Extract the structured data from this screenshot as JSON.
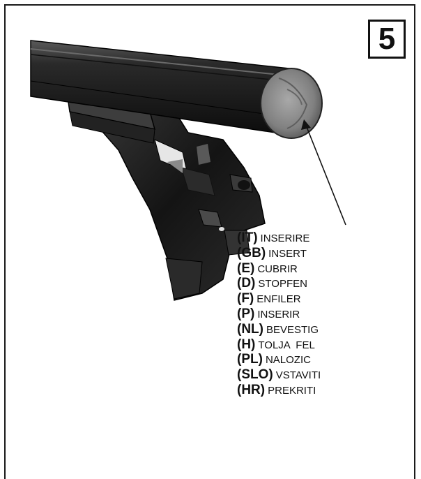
{
  "step": {
    "number": "5"
  },
  "colors": {
    "ink": "#111111",
    "bar": "#1c1c1c",
    "cap": "#8a8a8a"
  },
  "illustration": {
    "subject": "roof-rack-bar-with-end-cap-and-foot"
  },
  "labels": [
    {
      "code": "(IT)",
      "word": "INSERIRE"
    },
    {
      "code": "(GB)",
      "word": "INSERT"
    },
    {
      "code": "(E)",
      "word": "CUBRIR"
    },
    {
      "code": "(D)",
      "word": "STOPFEN"
    },
    {
      "code": "(F)",
      "word": "ENFILER"
    },
    {
      "code": "(P)",
      "word": "INSERIR"
    },
    {
      "code": "(NL)",
      "word": "BEVESTIG"
    },
    {
      "code": "(H)",
      "word": "TOLJA  FEL"
    },
    {
      "code": "(PL)",
      "word": "NALOZIC"
    },
    {
      "code": "(SLO)",
      "word": "VSTAVITI"
    },
    {
      "code": "(HR)",
      "word": "PREKRITI"
    }
  ]
}
